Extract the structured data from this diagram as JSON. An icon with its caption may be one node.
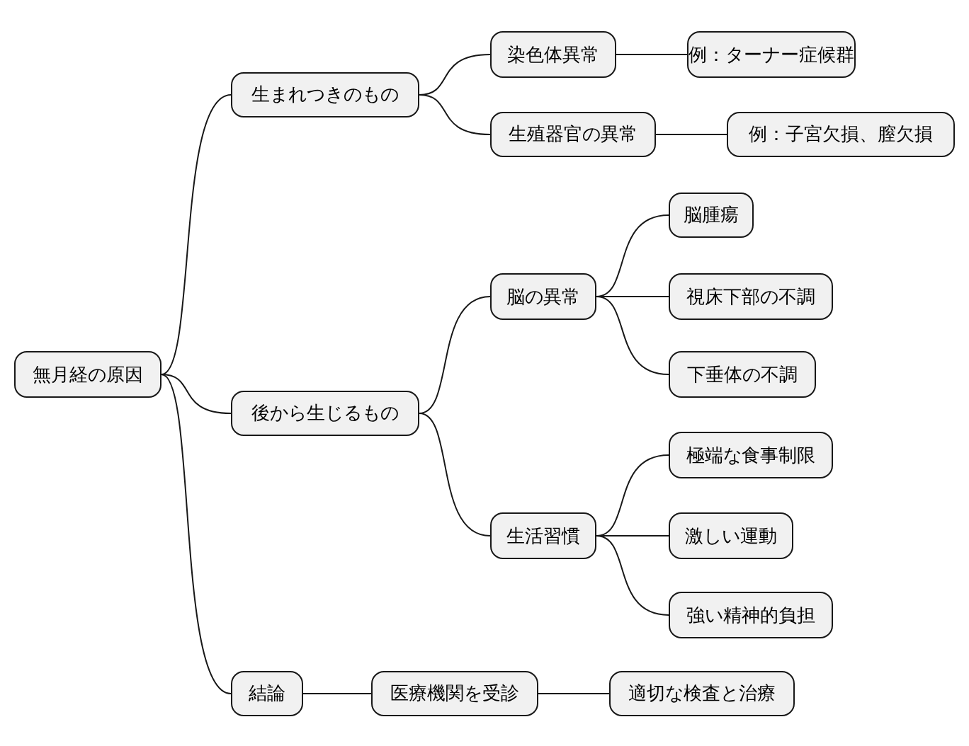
{
  "diagram": {
    "nodes": [
      {
        "text": [
          "無月経の原因"
        ]
      },
      {
        "text": [
          "生まれつきのもの"
        ]
      },
      {
        "text": [
          "染色体異常"
        ]
      },
      {
        "text": [
          "例：ターナー症候群"
        ]
      },
      {
        "text": [
          "生殖器官の異常"
        ]
      },
      {
        "text": [
          "例：子宮欠損、膣欠損"
        ]
      },
      {
        "text": [
          "後から生じるもの"
        ]
      },
      {
        "text": [
          "脳の異常"
        ]
      },
      {
        "text": [
          "脳腫瘍"
        ]
      },
      {
        "text": [
          "視床下部の不調"
        ]
      },
      {
        "text": [
          "下垂体の不調"
        ]
      },
      {
        "text": [
          "生活習慣"
        ]
      },
      {
        "text": [
          "極端な食事制限"
        ]
      },
      {
        "text": [
          "激しい運動"
        ]
      },
      {
        "text": [
          "強い精神的負担"
        ]
      },
      {
        "text": [
          "結論"
        ]
      },
      {
        "text": [
          "医療機関を受診"
        ]
      },
      {
        "text": [
          "適切な検査と治療"
        ]
      }
    ],
    "edges": [
      {
        "from": 0,
        "to": 1,
        "arrow": "none"
      },
      {
        "from": 1,
        "to": 2,
        "arrow": "none"
      },
      {
        "from": 2,
        "to": 3,
        "arrow": "none"
      },
      {
        "from": 1,
        "to": 4,
        "arrow": "none"
      },
      {
        "from": 4,
        "to": 5,
        "arrow": "none"
      },
      {
        "from": 0,
        "to": 6,
        "arrow": "none"
      },
      {
        "from": 6,
        "to": 7,
        "arrow": "none"
      },
      {
        "from": 7,
        "to": 8,
        "arrow": "none"
      },
      {
        "from": 7,
        "to": 9,
        "arrow": "none"
      },
      {
        "from": 7,
        "to": 10,
        "arrow": "none"
      },
      {
        "from": 6,
        "to": 11,
        "arrow": "none"
      },
      {
        "from": 11,
        "to": 12,
        "arrow": "none"
      },
      {
        "from": 11,
        "to": 13,
        "arrow": "none"
      },
      {
        "from": 11,
        "to": 14,
        "arrow": "none"
      },
      {
        "from": 0,
        "to": 15,
        "arrow": "none"
      },
      {
        "from": 15,
        "to": 16,
        "arrow": "none"
      },
      {
        "from": 16,
        "to": 17,
        "arrow": "none"
      }
    ]
  }
}
